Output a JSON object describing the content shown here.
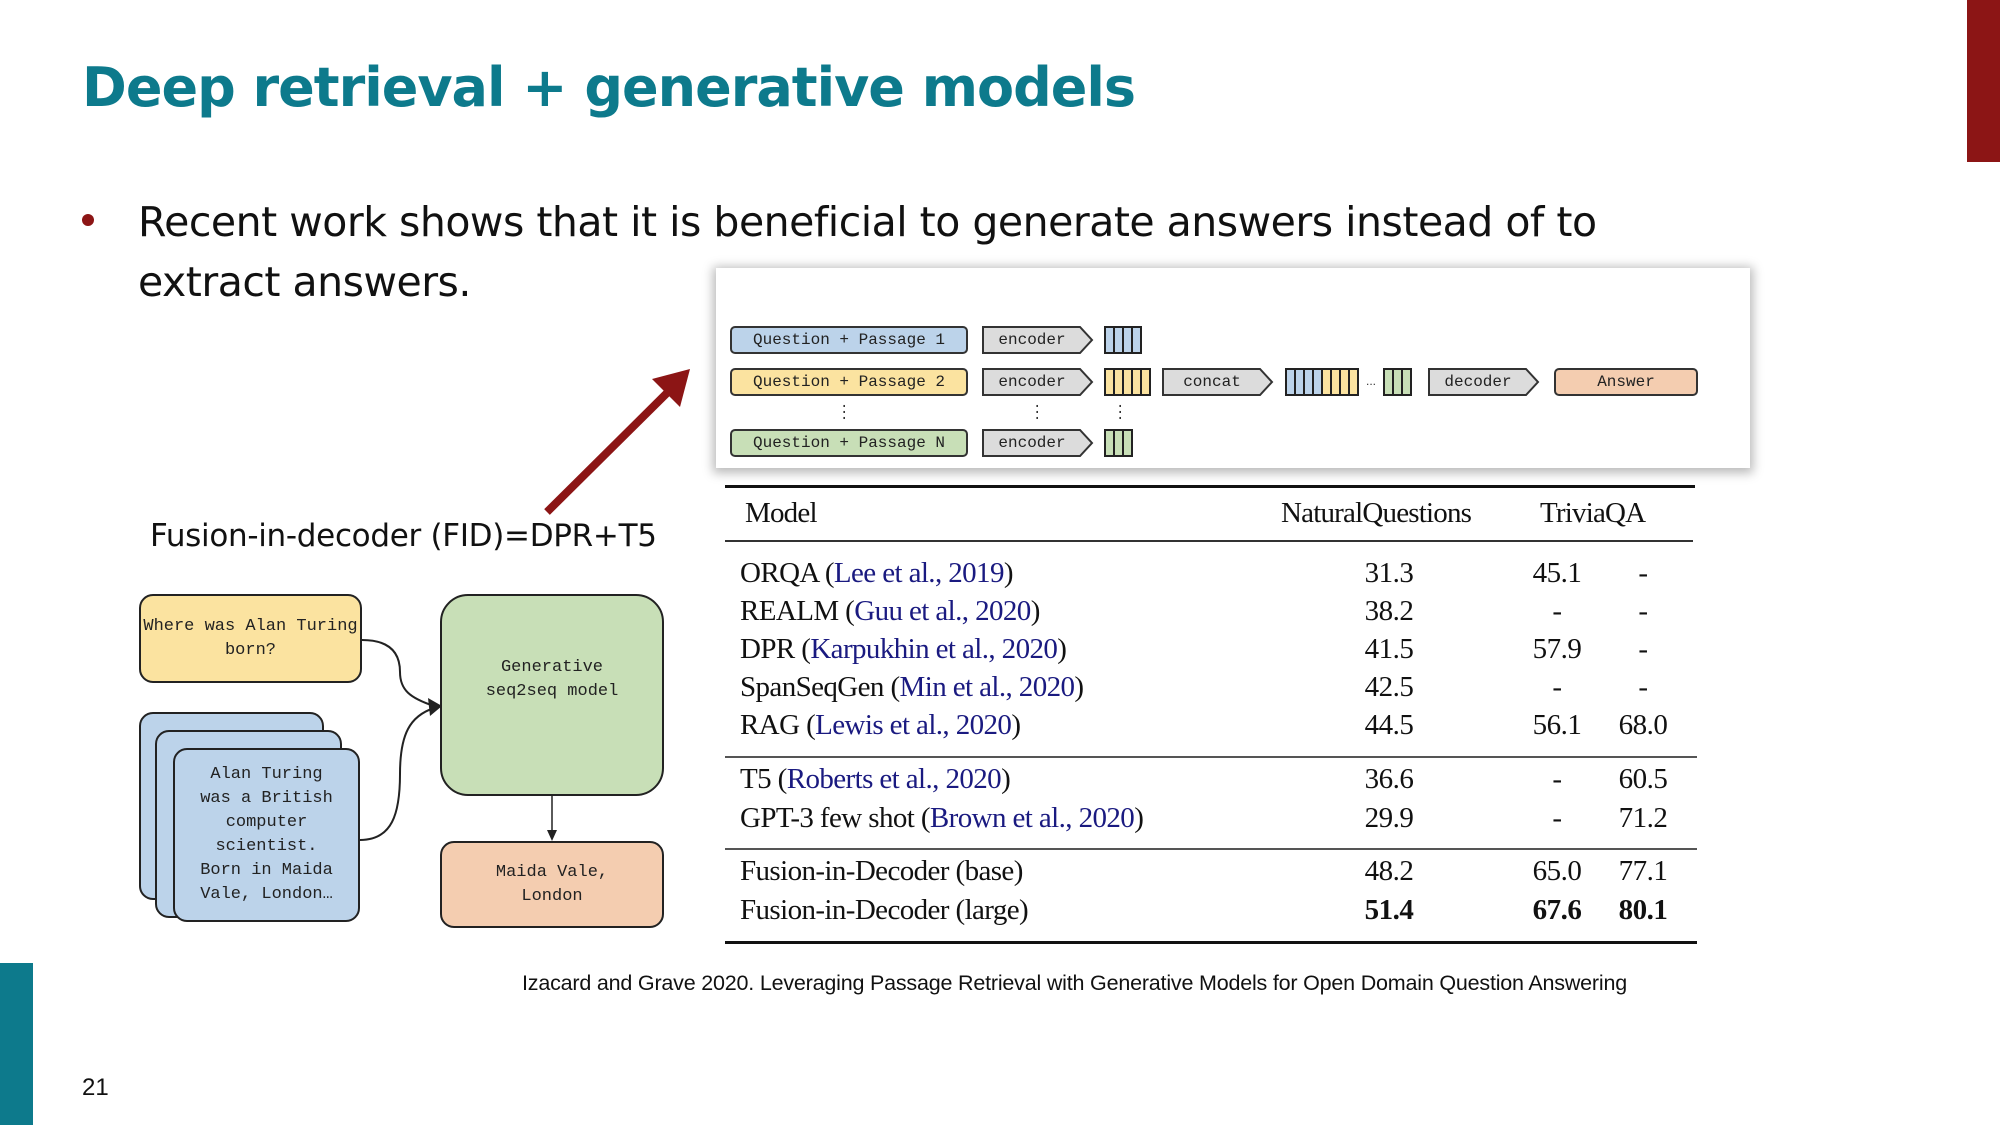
{
  "slide": {
    "title": "Deep retrieval + generative models",
    "page_number": "21",
    "accent_colors": {
      "title_teal": "#0d7a8c",
      "bar_red": "#8c1515"
    },
    "bullets": [
      {
        "line1": "Recent work shows that it is beneficial to generate answers instead of to",
        "line2": "extract answers."
      }
    ],
    "fid_label": "Fusion-in-decoder (FID)=DPR+T5",
    "citation": "Izacard and Grave 2020. Leveraging Passage Retrieval with Generative Models for Open Domain Question Answering"
  },
  "fid_diagram": {
    "inputs": [
      {
        "label": "Question + Passage 1",
        "color": "blue"
      },
      {
        "label": "Question + Passage 2",
        "color": "yellow"
      },
      {
        "label": "Question + Passage N",
        "color": "green"
      }
    ],
    "encoder_label": "encoder",
    "concat_label": "concat",
    "decoder_label": "decoder",
    "answer_label": "Answer",
    "ellipsis": "..."
  },
  "left_diagram": {
    "question": "Where was Alan Turing born?",
    "passage_lines": [
      "Alan Turing",
      "was a British",
      "computer",
      "scientist.",
      "Born in Maida",
      "Vale, London…"
    ],
    "model_lines": [
      "Generative",
      "seq2seq model"
    ],
    "answer_lines": [
      "Maida Vale,",
      "London"
    ]
  },
  "table": {
    "headers": {
      "model": "Model",
      "nq": "NaturalQuestions",
      "tqa": "TriviaQA"
    },
    "groups": [
      [
        {
          "model": "ORQA",
          "cite": "Lee et al., 2019",
          "nq": "31.3",
          "tqa1": "45.1",
          "tqa2": "-"
        },
        {
          "model": "REALM",
          "cite": "Guu et al., 2020",
          "nq": "38.2",
          "tqa1": "-",
          "tqa2": "-"
        },
        {
          "model": "DPR",
          "cite": "Karpukhin et al., 2020",
          "nq": "41.5",
          "tqa1": "57.9",
          "tqa2": "-"
        },
        {
          "model": "SpanSeqGen",
          "cite": "Min et al., 2020",
          "nq": "42.5",
          "tqa1": "-",
          "tqa2": "-"
        },
        {
          "model": "RAG",
          "cite": "Lewis et al., 2020",
          "nq": "44.5",
          "tqa1": "56.1",
          "tqa2": "68.0"
        }
      ],
      [
        {
          "model": "T5",
          "cite": "Roberts et al., 2020",
          "nq": "36.6",
          "tqa1": "-",
          "tqa2": "60.5"
        },
        {
          "model": "GPT-3 few shot",
          "cite": "Brown et al., 2020",
          "nq": "29.9",
          "tqa1": "-",
          "tqa2": "71.2"
        }
      ],
      [
        {
          "model": "Fusion-in-Decoder (base)",
          "cite": "",
          "nq": "48.2",
          "tqa1": "65.0",
          "tqa2": "77.1"
        },
        {
          "model": "Fusion-in-Decoder (large)",
          "cite": "",
          "nq": "51.4",
          "tqa1": "67.6",
          "tqa2": "80.1",
          "bold": true
        }
      ]
    ]
  }
}
